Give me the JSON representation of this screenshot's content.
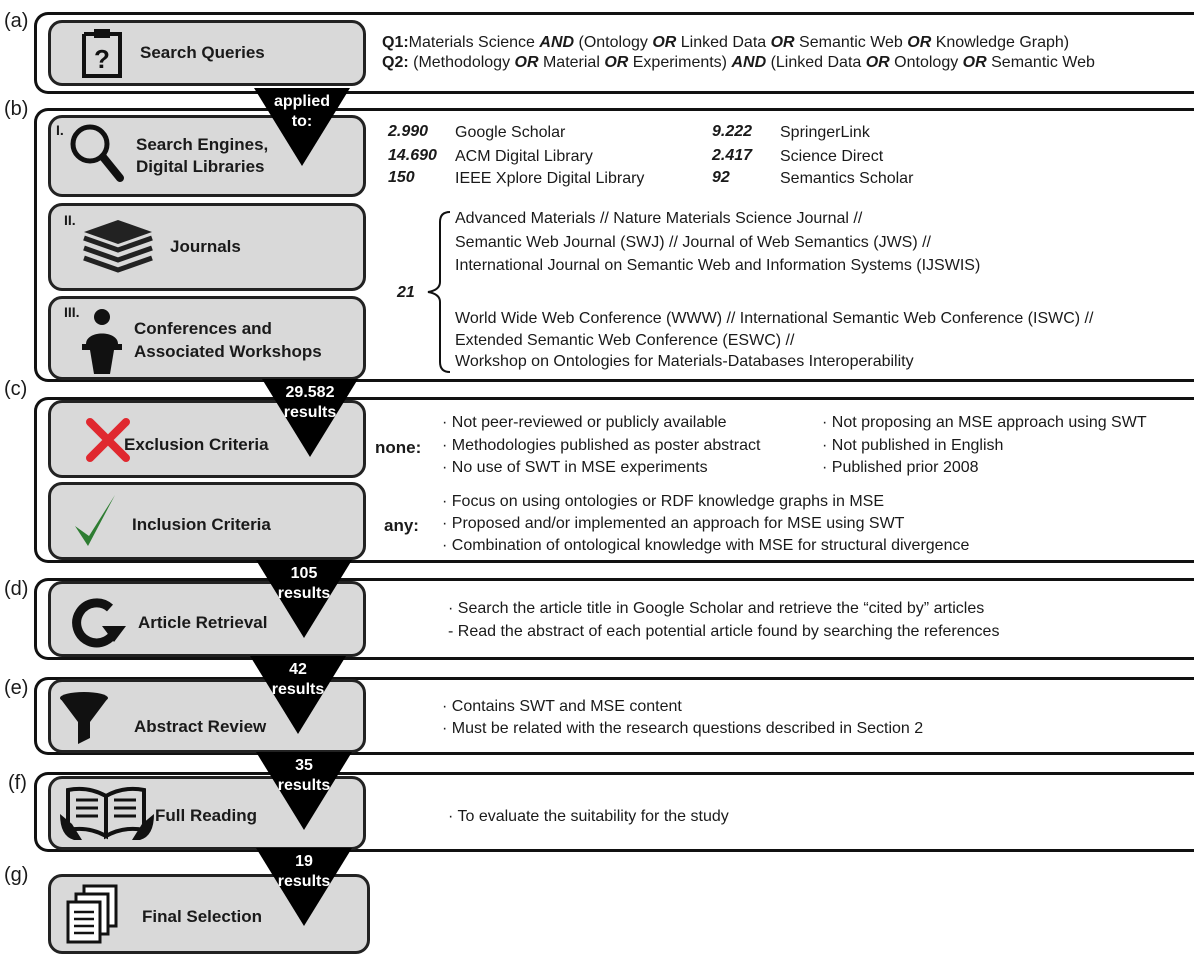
{
  "steps": {
    "a": {
      "letter": "(a)",
      "label": "Search Queries"
    },
    "b": {
      "letter": "(b)"
    },
    "c": {
      "letter": "(c)"
    },
    "d": {
      "letter": "(d)",
      "label": "Article Retrieval"
    },
    "e": {
      "letter": "(e)",
      "label": "Abstract Review"
    },
    "f": {
      "letter": "(f)",
      "label": "Full Reading"
    },
    "g": {
      "letter": "(g)",
      "label": "Final Selection"
    }
  },
  "queries": {
    "q1_label": "Q1:",
    "q1_a": "Materials Science ",
    "q1_and": "AND",
    "q1_b": " (Ontology ",
    "q1_or1": "OR",
    "q1_c": " Linked Data ",
    "q1_or2": "OR",
    "q1_d": " Semantic Web ",
    "q1_or3": "OR",
    "q1_e": " Knowledge Graph)",
    "q2_label": "Q2:",
    "q2_a": " (Methodology  ",
    "q2_or1": "OR",
    "q2_b": " Material  ",
    "q2_or2": "OR",
    "q2_c": " Experiments) ",
    "q2_and": "AND",
    "q2_d": " (Linked Data ",
    "q2_or3": "OR",
    "q2_e": " Ontology ",
    "q2_or4": "OR",
    "q2_f": " Semantic Web"
  },
  "sources": {
    "engines": {
      "roman": "I.",
      "label_line1": "Search Engines,",
      "label_line2": "Digital Libraries"
    },
    "journals": {
      "roman": "II.",
      "label": "Journals"
    },
    "conferences": {
      "roman": "III.",
      "label_line1": "Conferences and",
      "label_line2": "Associated Workshops"
    },
    "engine_results": [
      {
        "count": "2.990",
        "name": "Google Scholar"
      },
      {
        "count": "14.690",
        "name": "ACM Digital Library"
      },
      {
        "count": "150",
        "name": "IEEE Xplore Digital Library"
      },
      {
        "count": "9.222",
        "name": "SpringerLink"
      },
      {
        "count": "2.417",
        "name": "Science Direct"
      },
      {
        "count": "92",
        "name": "Semantics Scholar"
      }
    ],
    "venue_count": "21",
    "venue_lines": [
      "Advanced Materials // Nature Materials Science Journal //",
      "Semantic Web Journal (SWJ) // Journal of Web Semantics (JWS) //",
      "International Journal on Semantic Web and Information Systems (IJSWIS)",
      "World Wide Web Conference (WWW) // International  Semantic Web Conference (ISWC) //",
      "Extended Semantic Web Conference (ESWC) //",
      "Workshop on Ontologies for Materials-Databases Interoperability"
    ]
  },
  "arrows": {
    "a_to_b": {
      "line1": "applied",
      "line2": "to:"
    },
    "b_to_c": {
      "line1": "29.582",
      "line2": "results"
    },
    "c_to_d": {
      "line1": "105",
      "line2": "results"
    },
    "d_to_e": {
      "line1": "42",
      "line2": "results"
    },
    "e_to_f": {
      "line1": "35",
      "line2": "results"
    },
    "f_to_g": {
      "line1": "19",
      "line2": "results"
    }
  },
  "exclusion": {
    "label": "Exclusion Criteria",
    "qualifier": "none:",
    "items_left": [
      "· Not peer-reviewed or publicly available",
      "· Methodologies published as poster abstract",
      "· No use of SWT in MSE experiments"
    ],
    "items_right": [
      "· Not proposing an MSE approach using SWT",
      "· Not published in English",
      "· Published prior 2008"
    ]
  },
  "inclusion": {
    "label": "Inclusion Criteria",
    "qualifier": "any:",
    "items": [
      "· Focus on using ontologies or RDF knowledge graphs in MSE",
      "· Proposed and/or implemented an approach for MSE using SWT",
      "· Combination of ontological knowledge with MSE for structural divergence"
    ]
  },
  "retrieval": {
    "items": [
      "· Search the article title in Google Scholar and retrieve the “cited by” articles",
      "- Read the abstract of each potential article found by searching the references"
    ]
  },
  "abstract_review": {
    "items": [
      "· Contains SWT and MSE content",
      "· Must be related with the research questions described in Section 2"
    ]
  },
  "full_reading": {
    "items": [
      "· To evaluate the suitability for the study"
    ]
  },
  "colors": {
    "block": "#d9d9d9",
    "border": "#111111",
    "cross": "#e0282f",
    "check": "#2e7d32"
  },
  "icons": [
    "clipboard-question-icon",
    "magnifier-icon",
    "books-icon",
    "speaker-podium-icon",
    "cross-icon",
    "checkmark-icon",
    "refresh-arrow-icon",
    "funnel-icon",
    "open-book-icon",
    "documents-stack-icon"
  ]
}
